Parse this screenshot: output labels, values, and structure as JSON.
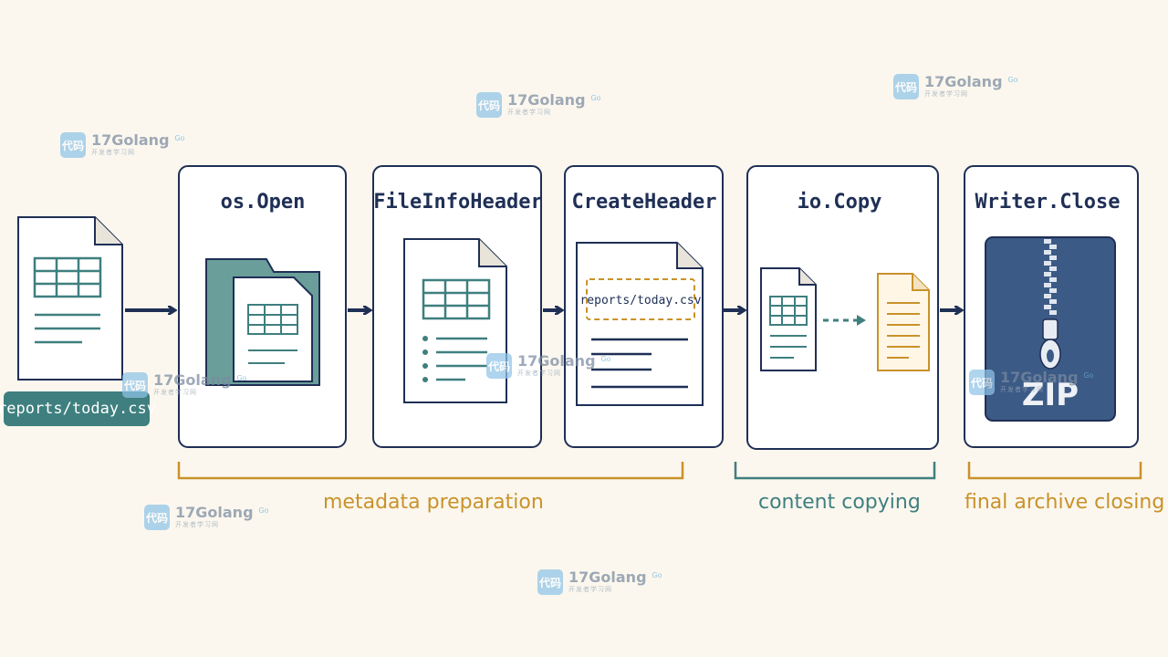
{
  "source_file": {
    "label": "reports/today.csv",
    "icon": "csv-file-icon"
  },
  "steps": [
    {
      "title": "os.Open",
      "icon": "folder-with-file-icon"
    },
    {
      "title": "FileInfoHeader",
      "icon": "file-info-icon"
    },
    {
      "title": "CreateHeader",
      "icon": "header-document-icon",
      "header_name": "reports/today.csv"
    },
    {
      "title": "io.Copy",
      "icon": "copy-content-icon"
    },
    {
      "title": "Writer.Close",
      "icon": "zip-archive-icon",
      "archive_label": "ZIP"
    }
  ],
  "groups": [
    {
      "label": "metadata preparation",
      "color": "#c9922a"
    },
    {
      "label": "content copying",
      "color": "#3f7f7f"
    },
    {
      "label": "final archive closing",
      "color": "#c9922a"
    }
  ],
  "watermark": {
    "logo": "代码",
    "brand": "17Golang",
    "sub": "开发者学习网",
    "tag": "Go"
  },
  "colors": {
    "background": "#fbf7ee",
    "outline": "#1f2f55",
    "teal": "#3f7f7f",
    "amber": "#c9922a",
    "zip_blue": "#3c5a86"
  }
}
